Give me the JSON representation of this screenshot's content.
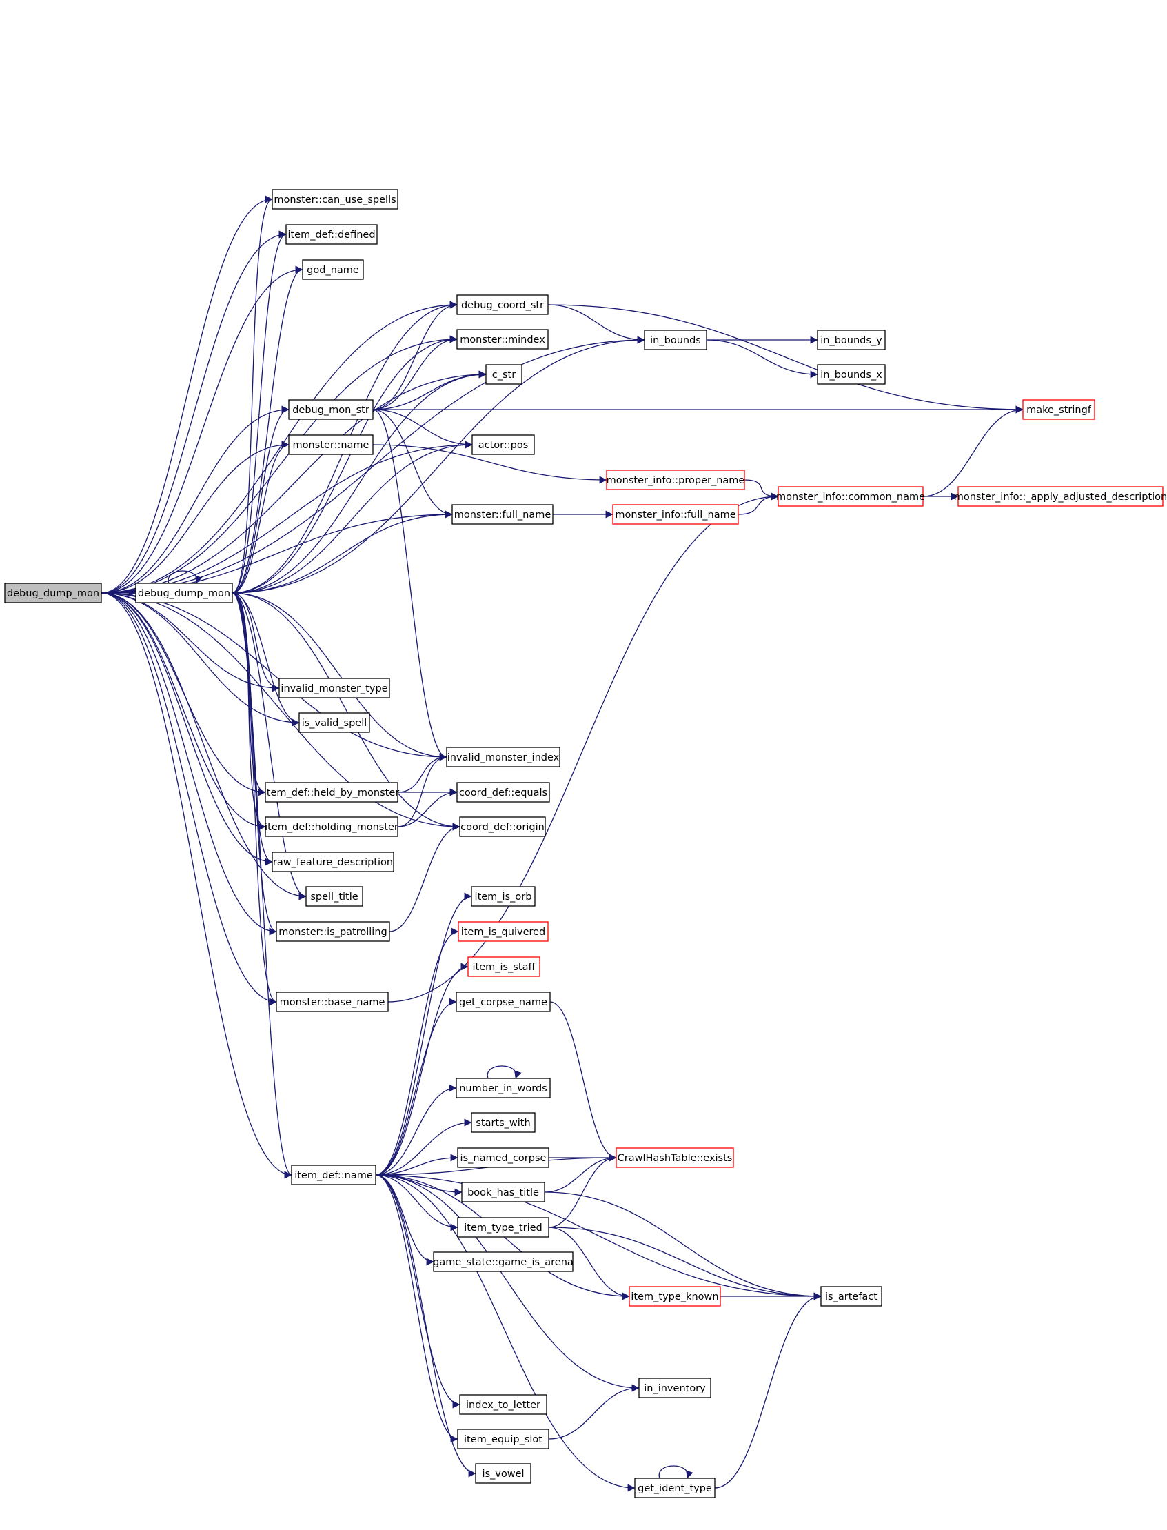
{
  "nodes": [
    {
      "id": "debug_dump_mon_root",
      "label": "debug_dump_mon",
      "style": "root"
    },
    {
      "id": "debug_dump_mon",
      "label": "debug_dump_mon",
      "style": "normal"
    },
    {
      "id": "can_use_spells",
      "label": "monster::can_use_spells",
      "style": "normal"
    },
    {
      "id": "item_defined",
      "label": "item_def::defined",
      "style": "normal"
    },
    {
      "id": "god_name",
      "label": "god_name",
      "style": "normal"
    },
    {
      "id": "debug_coord_str",
      "label": "debug_coord_str",
      "style": "normal"
    },
    {
      "id": "mindex",
      "label": "monster::mindex",
      "style": "normal"
    },
    {
      "id": "c_str",
      "label": "c_str",
      "style": "normal"
    },
    {
      "id": "debug_mon_str",
      "label": "debug_mon_str",
      "style": "normal"
    },
    {
      "id": "actor_pos",
      "label": "actor::pos",
      "style": "normal"
    },
    {
      "id": "monster_name",
      "label": "monster::name",
      "style": "normal"
    },
    {
      "id": "monster_full_name",
      "label": "monster::full_name",
      "style": "normal"
    },
    {
      "id": "in_bounds",
      "label": "in_bounds",
      "style": "normal"
    },
    {
      "id": "in_bounds_y",
      "label": "in_bounds_y",
      "style": "normal"
    },
    {
      "id": "in_bounds_x",
      "label": "in_bounds_x",
      "style": "normal"
    },
    {
      "id": "make_stringf",
      "label": "make_stringf",
      "style": "ref"
    },
    {
      "id": "mi_proper_name",
      "label": "monster_info::proper_name",
      "style": "ref"
    },
    {
      "id": "mi_full_name",
      "label": "monster_info::full_name",
      "style": "ref"
    },
    {
      "id": "mi_common_name",
      "label": "monster_info::common_name",
      "style": "ref"
    },
    {
      "id": "mi_apply_adj",
      "label": "monster_info::_apply_adjusted_description",
      "style": "ref"
    },
    {
      "id": "invalid_monster_type",
      "label": "invalid_monster_type",
      "style": "normal"
    },
    {
      "id": "is_valid_spell",
      "label": "is_valid_spell",
      "style": "normal"
    },
    {
      "id": "invalid_monster_index",
      "label": "invalid_monster_index",
      "style": "normal"
    },
    {
      "id": "held_by_monster",
      "label": "item_def::held_by_monster",
      "style": "normal"
    },
    {
      "id": "coord_equals",
      "label": "coord_def::equals",
      "style": "normal"
    },
    {
      "id": "holding_monster",
      "label": "item_def::holding_monster",
      "style": "normal"
    },
    {
      "id": "coord_origin",
      "label": "coord_def::origin",
      "style": "normal"
    },
    {
      "id": "raw_feature_description",
      "label": "raw_feature_description",
      "style": "normal"
    },
    {
      "id": "spell_title",
      "label": "spell_title",
      "style": "normal"
    },
    {
      "id": "item_is_orb",
      "label": "item_is_orb",
      "style": "normal"
    },
    {
      "id": "is_patrolling",
      "label": "monster::is_patrolling",
      "style": "normal"
    },
    {
      "id": "item_is_quivered",
      "label": "item_is_quivered",
      "style": "ref"
    },
    {
      "id": "item_is_staff",
      "label": "item_is_staff",
      "style": "ref"
    },
    {
      "id": "monster_base_name",
      "label": "monster::base_name",
      "style": "normal"
    },
    {
      "id": "get_corpse_name",
      "label": "get_corpse_name",
      "style": "normal"
    },
    {
      "id": "number_in_words",
      "label": "number_in_words",
      "style": "normal"
    },
    {
      "id": "starts_with",
      "label": "starts_with",
      "style": "normal"
    },
    {
      "id": "item_def_name",
      "label": "item_def::name",
      "style": "normal"
    },
    {
      "id": "is_named_corpse",
      "label": "is_named_corpse",
      "style": "normal"
    },
    {
      "id": "hash_exists",
      "label": "CrawlHashTable::exists",
      "style": "ref"
    },
    {
      "id": "book_has_title",
      "label": "book_has_title",
      "style": "normal"
    },
    {
      "id": "item_type_tried",
      "label": "item_type_tried",
      "style": "normal"
    },
    {
      "id": "game_is_arena",
      "label": "game_state::game_is_arena",
      "style": "normal"
    },
    {
      "id": "item_type_known",
      "label": "item_type_known",
      "style": "ref"
    },
    {
      "id": "is_artefact",
      "label": "is_artefact",
      "style": "normal"
    },
    {
      "id": "in_inventory",
      "label": "in_inventory",
      "style": "normal"
    },
    {
      "id": "index_to_letter",
      "label": "index_to_letter",
      "style": "normal"
    },
    {
      "id": "item_equip_slot",
      "label": "item_equip_slot",
      "style": "normal"
    },
    {
      "id": "is_vowel",
      "label": "is_vowel",
      "style": "normal"
    },
    {
      "id": "get_ident_type",
      "label": "get_ident_type",
      "style": "normal"
    }
  ],
  "edges": [
    [
      "debug_dump_mon_root",
      "debug_dump_mon"
    ],
    [
      "debug_dump_mon_root",
      "can_use_spells"
    ],
    [
      "debug_dump_mon_root",
      "item_defined"
    ],
    [
      "debug_dump_mon_root",
      "god_name"
    ],
    [
      "debug_dump_mon_root",
      "debug_coord_str"
    ],
    [
      "debug_dump_mon_root",
      "mindex"
    ],
    [
      "debug_dump_mon_root",
      "c_str"
    ],
    [
      "debug_dump_mon_root",
      "debug_mon_str"
    ],
    [
      "debug_dump_mon_root",
      "actor_pos"
    ],
    [
      "debug_dump_mon_root",
      "monster_name"
    ],
    [
      "debug_dump_mon_root",
      "monster_full_name"
    ],
    [
      "debug_dump_mon_root",
      "in_bounds"
    ],
    [
      "debug_dump_mon_root",
      "invalid_monster_type"
    ],
    [
      "debug_dump_mon_root",
      "is_valid_spell"
    ],
    [
      "debug_dump_mon_root",
      "invalid_monster_index"
    ],
    [
      "debug_dump_mon_root",
      "held_by_monster"
    ],
    [
      "debug_dump_mon_root",
      "holding_monster"
    ],
    [
      "debug_dump_mon_root",
      "raw_feature_description"
    ],
    [
      "debug_dump_mon_root",
      "spell_title"
    ],
    [
      "debug_dump_mon_root",
      "is_patrolling"
    ],
    [
      "debug_dump_mon_root",
      "coord_origin"
    ],
    [
      "debug_dump_mon_root",
      "monster_base_name"
    ],
    [
      "debug_dump_mon_root",
      "item_def_name"
    ],
    [
      "debug_dump_mon",
      "debug_dump_mon"
    ],
    [
      "debug_dump_mon",
      "can_use_spells"
    ],
    [
      "debug_dump_mon",
      "item_defined"
    ],
    [
      "debug_dump_mon",
      "god_name"
    ],
    [
      "debug_dump_mon",
      "debug_coord_str"
    ],
    [
      "debug_dump_mon",
      "mindex"
    ],
    [
      "debug_dump_mon",
      "c_str"
    ],
    [
      "debug_dump_mon",
      "debug_mon_str"
    ],
    [
      "debug_dump_mon",
      "actor_pos"
    ],
    [
      "debug_dump_mon",
      "monster_name"
    ],
    [
      "debug_dump_mon",
      "monster_full_name"
    ],
    [
      "debug_dump_mon",
      "in_bounds"
    ],
    [
      "debug_dump_mon",
      "invalid_monster_type"
    ],
    [
      "debug_dump_mon",
      "is_valid_spell"
    ],
    [
      "debug_dump_mon",
      "invalid_monster_index"
    ],
    [
      "debug_dump_mon",
      "held_by_monster"
    ],
    [
      "debug_dump_mon",
      "holding_monster"
    ],
    [
      "debug_dump_mon",
      "raw_feature_description"
    ],
    [
      "debug_dump_mon",
      "spell_title"
    ],
    [
      "debug_dump_mon",
      "is_patrolling"
    ],
    [
      "debug_dump_mon",
      "coord_origin"
    ],
    [
      "debug_dump_mon",
      "monster_base_name"
    ],
    [
      "debug_dump_mon",
      "item_def_name"
    ],
    [
      "debug_coord_str",
      "in_bounds"
    ],
    [
      "debug_coord_str",
      "make_stringf"
    ],
    [
      "in_bounds",
      "in_bounds_y"
    ],
    [
      "in_bounds",
      "in_bounds_x"
    ],
    [
      "debug_mon_str",
      "debug_coord_str"
    ],
    [
      "debug_mon_str",
      "mindex"
    ],
    [
      "debug_mon_str",
      "c_str"
    ],
    [
      "debug_mon_str",
      "make_stringf"
    ],
    [
      "debug_mon_str",
      "actor_pos"
    ],
    [
      "debug_mon_str",
      "monster_full_name"
    ],
    [
      "debug_mon_str",
      "invalid_monster_index"
    ],
    [
      "monster_name",
      "mi_proper_name"
    ],
    [
      "monster_full_name",
      "mi_full_name"
    ],
    [
      "mi_proper_name",
      "mi_common_name"
    ],
    [
      "mi_full_name",
      "mi_common_name"
    ],
    [
      "mi_common_name",
      "make_stringf"
    ],
    [
      "mi_common_name",
      "mi_apply_adj"
    ],
    [
      "held_by_monster",
      "invalid_monster_index"
    ],
    [
      "held_by_monster",
      "coord_equals"
    ],
    [
      "holding_monster",
      "invalid_monster_index"
    ],
    [
      "holding_monster",
      "coord_equals"
    ],
    [
      "is_patrolling",
      "coord_origin"
    ],
    [
      "monster_base_name",
      "mi_common_name"
    ],
    [
      "item_def_name",
      "item_is_orb"
    ],
    [
      "item_def_name",
      "item_is_quivered"
    ],
    [
      "item_def_name",
      "item_is_staff"
    ],
    [
      "item_def_name",
      "get_corpse_name"
    ],
    [
      "item_def_name",
      "hash_exists"
    ],
    [
      "item_def_name",
      "number_in_words"
    ],
    [
      "item_def_name",
      "starts_with"
    ],
    [
      "item_def_name",
      "is_named_corpse"
    ],
    [
      "item_def_name",
      "book_has_title"
    ],
    [
      "item_def_name",
      "item_type_tried"
    ],
    [
      "item_def_name",
      "game_is_arena"
    ],
    [
      "item_def_name",
      "item_type_known"
    ],
    [
      "item_def_name",
      "is_artefact"
    ],
    [
      "item_def_name",
      "in_inventory"
    ],
    [
      "item_def_name",
      "index_to_letter"
    ],
    [
      "item_def_name",
      "item_equip_slot"
    ],
    [
      "item_def_name",
      "is_vowel"
    ],
    [
      "item_def_name",
      "get_ident_type"
    ],
    [
      "get_corpse_name",
      "hash_exists"
    ],
    [
      "number_in_words",
      "number_in_words"
    ],
    [
      "is_named_corpse",
      "hash_exists"
    ],
    [
      "book_has_title",
      "hash_exists"
    ],
    [
      "book_has_title",
      "is_artefact"
    ],
    [
      "item_type_tried",
      "hash_exists"
    ],
    [
      "item_type_tried",
      "item_type_known"
    ],
    [
      "item_type_tried",
      "is_artefact"
    ],
    [
      "item_type_known",
      "is_artefact"
    ],
    [
      "item_equip_slot",
      "in_inventory"
    ],
    [
      "get_ident_type",
      "get_ident_type"
    ],
    [
      "get_ident_type",
      "is_artefact"
    ]
  ]
}
